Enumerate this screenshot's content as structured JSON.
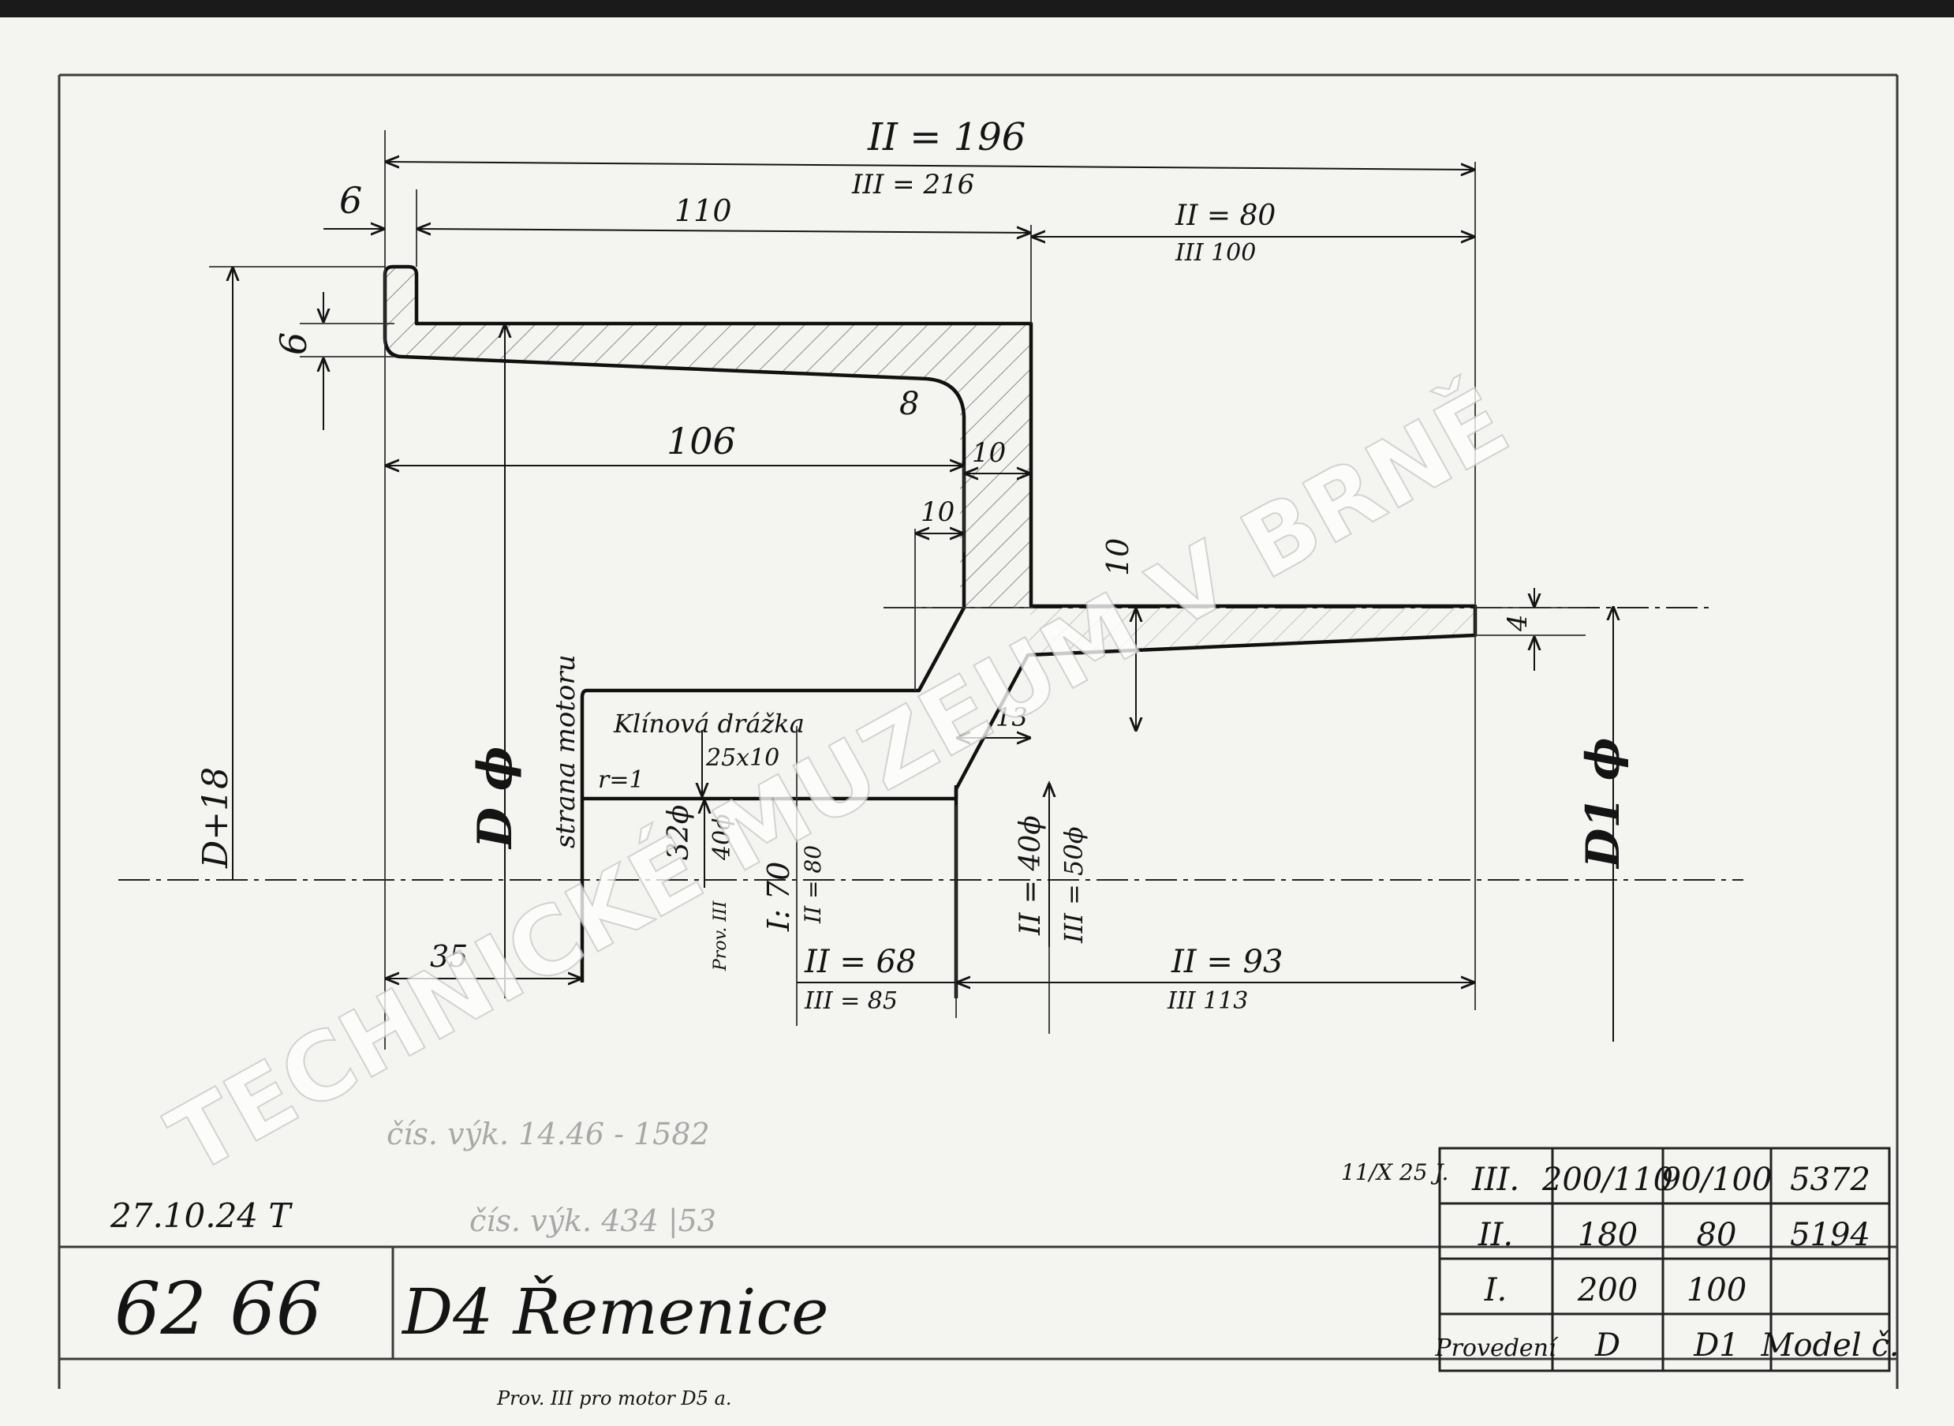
{
  "drawing": {
    "number": "62 66",
    "title": "D4 Řemenice",
    "date": "27.10.24 T",
    "footnote": "Prov. III pro motor D5 a.",
    "revision_note": "11/X 25 J.",
    "stamp_faint_1": "čís. výk. 14.46 - 1582",
    "stamp_faint_2": "čís. výk. 434 |53",
    "watermark": "TECHNICKÉ MUZEUM V BRNĚ"
  },
  "dimensions": {
    "overall_II": "II = 196",
    "overall_III": "III = 216",
    "rim_lip": "6",
    "rim_length": "110",
    "hub_ext_II": "II = 80",
    "hub_ext_III": "III 100",
    "rim_thickness": "6",
    "fillet_radius": "8",
    "bore_length": "106",
    "web_10a": "10",
    "web_10b": "10",
    "flange_10": "10",
    "step_4": "4",
    "step_13": "13",
    "overall_height": "D+18",
    "dia_D": "D ϕ",
    "dia_D1": "D1 ϕ",
    "motor_side": "strana motoru",
    "keyway": "Klínová drážka",
    "keyway_size": "25x10",
    "radius_r1": "r=1",
    "bore_32": "32ϕ",
    "bore_40": "40ϕ",
    "prov_III": "Prov. III",
    "d70": "I: 70",
    "d80": "II = 80",
    "shaft_II": "II = 40ϕ",
    "shaft_III": "III = 50ϕ",
    "left_35": "35",
    "len_68_II": "II = 68",
    "len_85_III": "III = 85",
    "len_93_II": "II = 93",
    "len_113_III": "III 113"
  },
  "variants_table": {
    "headers": [
      "Provedení",
      "D",
      "D1",
      "Model č."
    ],
    "rows": [
      [
        "III.",
        "200/110",
        "90/100",
        "5372"
      ],
      [
        "II.",
        "180",
        "80",
        "5194"
      ],
      [
        "I.",
        "200",
        "100",
        ""
      ]
    ]
  }
}
